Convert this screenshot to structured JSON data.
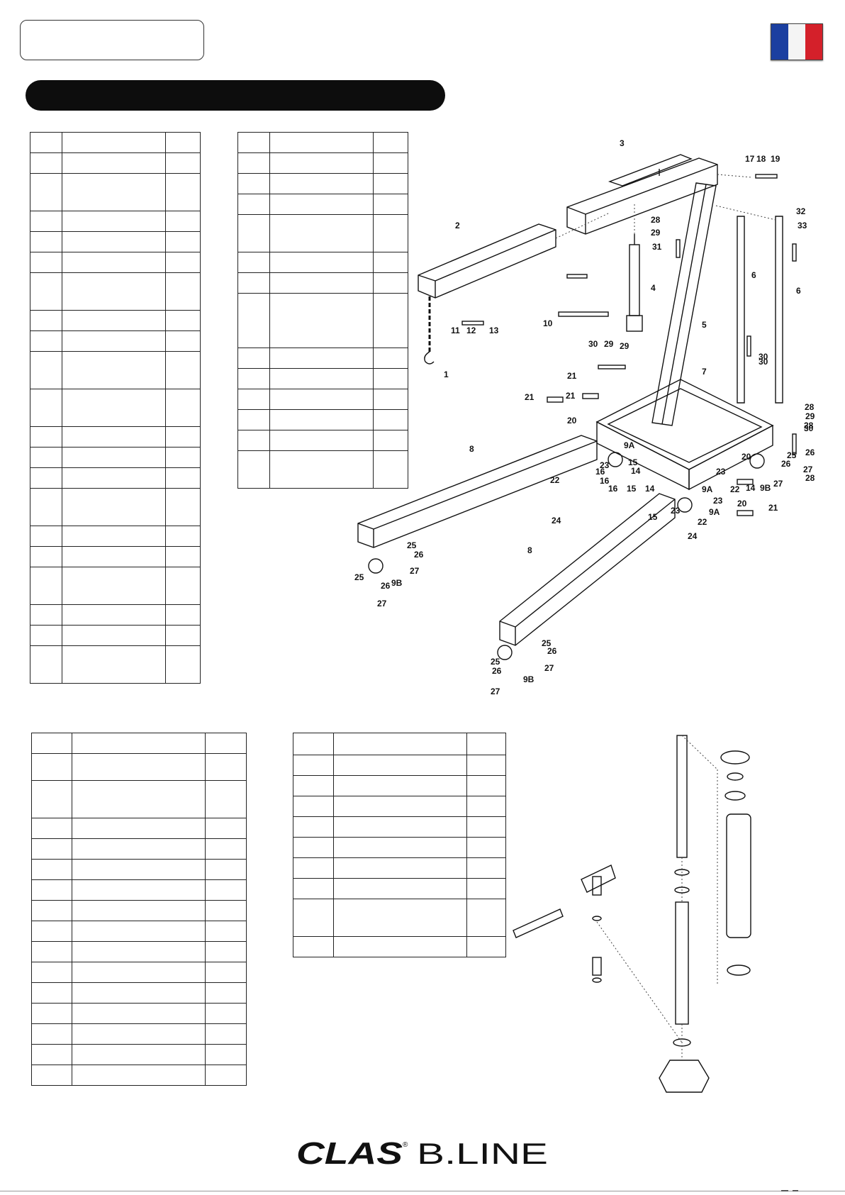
{
  "header": {
    "flag_colors": [
      "#1b3fa0",
      "#f4f4f4",
      "#d4202a"
    ]
  },
  "crane_callouts": [
    "1",
    "2",
    "3",
    "4",
    "5",
    "6",
    "6",
    "7",
    "8",
    "8",
    "9A",
    "9A",
    "9A",
    "9B",
    "9B",
    "9B",
    "10",
    "11",
    "12",
    "13",
    "14",
    "14",
    "14",
    "15",
    "15",
    "15",
    "16",
    "16",
    "16",
    "17",
    "18",
    "19",
    "20",
    "20",
    "20",
    "21",
    "21",
    "21",
    "21",
    "22",
    "22",
    "22",
    "23",
    "23",
    "23",
    "23",
    "24",
    "24",
    "25",
    "25",
    "25",
    "25",
    "25",
    "26",
    "26",
    "26",
    "26",
    "26",
    "26",
    "27",
    "27",
    "27",
    "27",
    "27",
    "27",
    "28",
    "28",
    "28",
    "28",
    "29",
    "29",
    "29",
    "29",
    "30",
    "30",
    "30",
    "30",
    "31",
    "32",
    "33"
  ],
  "tables": {
    "t1_rows": 22,
    "t2_rows": 14,
    "t3_rows": 16,
    "t4_rows": 10
  },
  "brand": {
    "logo_left": "CLAS",
    "logo_right": "B.LINE",
    "registered": "®"
  }
}
